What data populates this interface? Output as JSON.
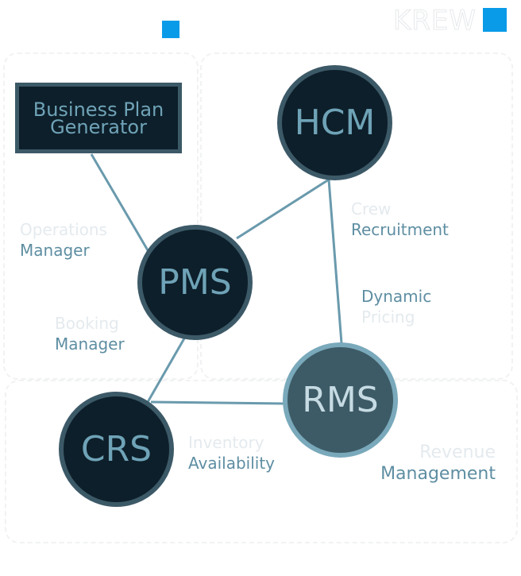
{
  "brand": {
    "name": "KREW"
  },
  "colors": {
    "accent": "#0a9be8",
    "node_fill": "#0d1f2a",
    "node_border": "#3c5967",
    "rms_fill": "#3d5b66",
    "text_strong": "#5e8ea2",
    "text_faint": "#e4eaee"
  },
  "nodes": {
    "business_plan": {
      "line1": "Business Plan",
      "line2": "Generator"
    },
    "hcm": {
      "label": "HCM"
    },
    "pms": {
      "label": "PMS"
    },
    "rms": {
      "label": "RMS"
    },
    "crs": {
      "label": "CRS"
    }
  },
  "edges": [
    {
      "from": "Business Plan Generator",
      "to": "PMS"
    },
    {
      "from": "PMS",
      "to": "HCM"
    },
    {
      "from": "HCM",
      "to": "RMS"
    },
    {
      "from": "PMS",
      "to": "CRS"
    },
    {
      "from": "CRS",
      "to": "RMS"
    }
  ],
  "labels": {
    "operations_manager": {
      "faint": "Operations",
      "strong": "Manager"
    },
    "booking_manager": {
      "faint": "Booking",
      "strong": "Manager"
    },
    "crew_recruitment": {
      "faint": "Crew",
      "strong": "Recruitment"
    },
    "dynamic_pricing": {
      "strong": "Dynamic",
      "faint": "Pricing"
    },
    "inventory_availability": {
      "faint": "Inventory",
      "strong": "Availability"
    },
    "revenue_management": {
      "faint": "Revenue",
      "strong": "Management"
    }
  }
}
